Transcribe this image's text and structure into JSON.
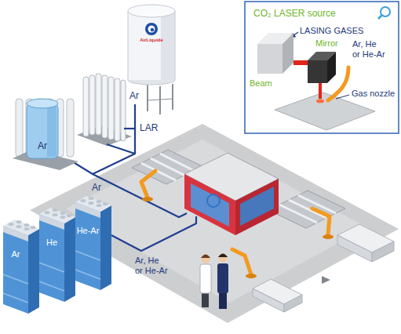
{
  "diagram": {
    "nodes": [
      {
        "text": [
          "CO₂ LASER source"
        ]
      },
      {
        "text": [
          "Mirror"
        ]
      },
      {
        "text": [
          "AirLiquide"
        ]
      },
      {
        "text": [
          "Ar"
        ]
      },
      {
        "text": [
          "Ar"
        ]
      },
      {
        "text": [
          "He"
        ]
      },
      {
        "text": [
          "He-Ar"
        ]
      }
    ],
    "edges": [
      {
        "from": 0,
        "to": 1,
        "arrow": "none",
        "label": "Beam"
      }
    ],
    "labels": [
      "LASING GASES",
      "Ar, He or He-Ar",
      "Gas nozzle",
      "Ar",
      "LAR",
      "Ar",
      "Ar, He or He-Ar"
    ]
  }
}
